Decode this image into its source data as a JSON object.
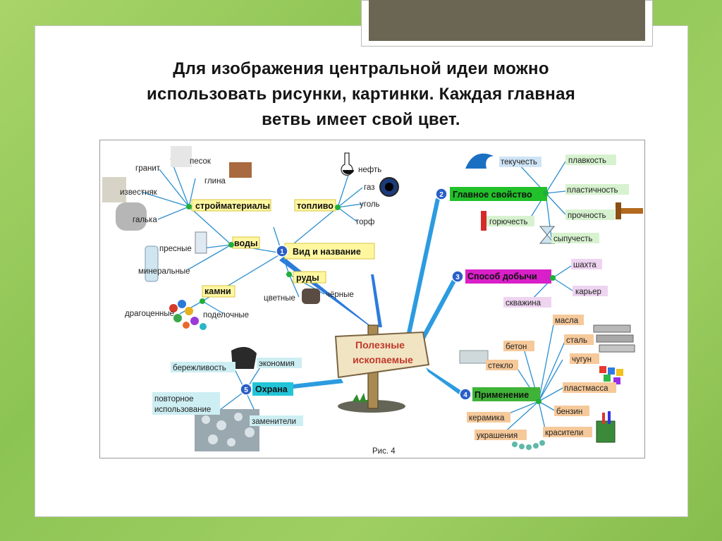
{
  "slide": {
    "heading_lines": [
      "Для изображения центральной идеи можно",
      "использовать рисунки, картинки. Каждая главная",
      "ветвь имеет свой цвет."
    ]
  },
  "mindmap": {
    "center": [
      "Полезные",
      "ископаемые"
    ],
    "caption": "Рис. 4",
    "branch1": {
      "number": "1",
      "title": "Вид и название",
      "stroy": {
        "title": "стройматериалы",
        "items": [
          "гранит",
          "песок",
          "глина",
          "известняк",
          "галька"
        ]
      },
      "toplivo": {
        "title": "топливо",
        "items": [
          "нефть",
          "газ",
          "уголь",
          "торф"
        ]
      },
      "vody": {
        "title": "воды",
        "items": [
          "пресные",
          "минеральные"
        ]
      },
      "rudy": {
        "title": "руды",
        "items": [
          "цветные",
          "чёрные"
        ]
      },
      "kamni": {
        "title": "камни",
        "items": [
          "драгоценные",
          "поделочные"
        ]
      }
    },
    "branch2": {
      "number": "2",
      "title": "Главное свойство",
      "color": "#22c02a",
      "items": [
        "текучесть",
        "плавкость",
        "пластичность",
        "прочность",
        "горючесть",
        "сыпучесть"
      ]
    },
    "branch3": {
      "number": "3",
      "title": "Способ добычи",
      "color": "#d81fc8",
      "items": [
        "шахта",
        "карьер",
        "скважина"
      ]
    },
    "branch4": {
      "number": "4",
      "title": "Применение",
      "color": "#3fb337",
      "items": [
        "масла",
        "бетон",
        "сталь",
        "стекло",
        "чугун",
        "пластмасса",
        "бензин",
        "керамика",
        "украшения",
        "красители"
      ]
    },
    "branch5": {
      "number": "5",
      "title": "Охрана",
      "color": "#23c4d8",
      "items": [
        "бережливость",
        "экономия",
        "повторное",
        "использование",
        "заменители"
      ]
    }
  }
}
